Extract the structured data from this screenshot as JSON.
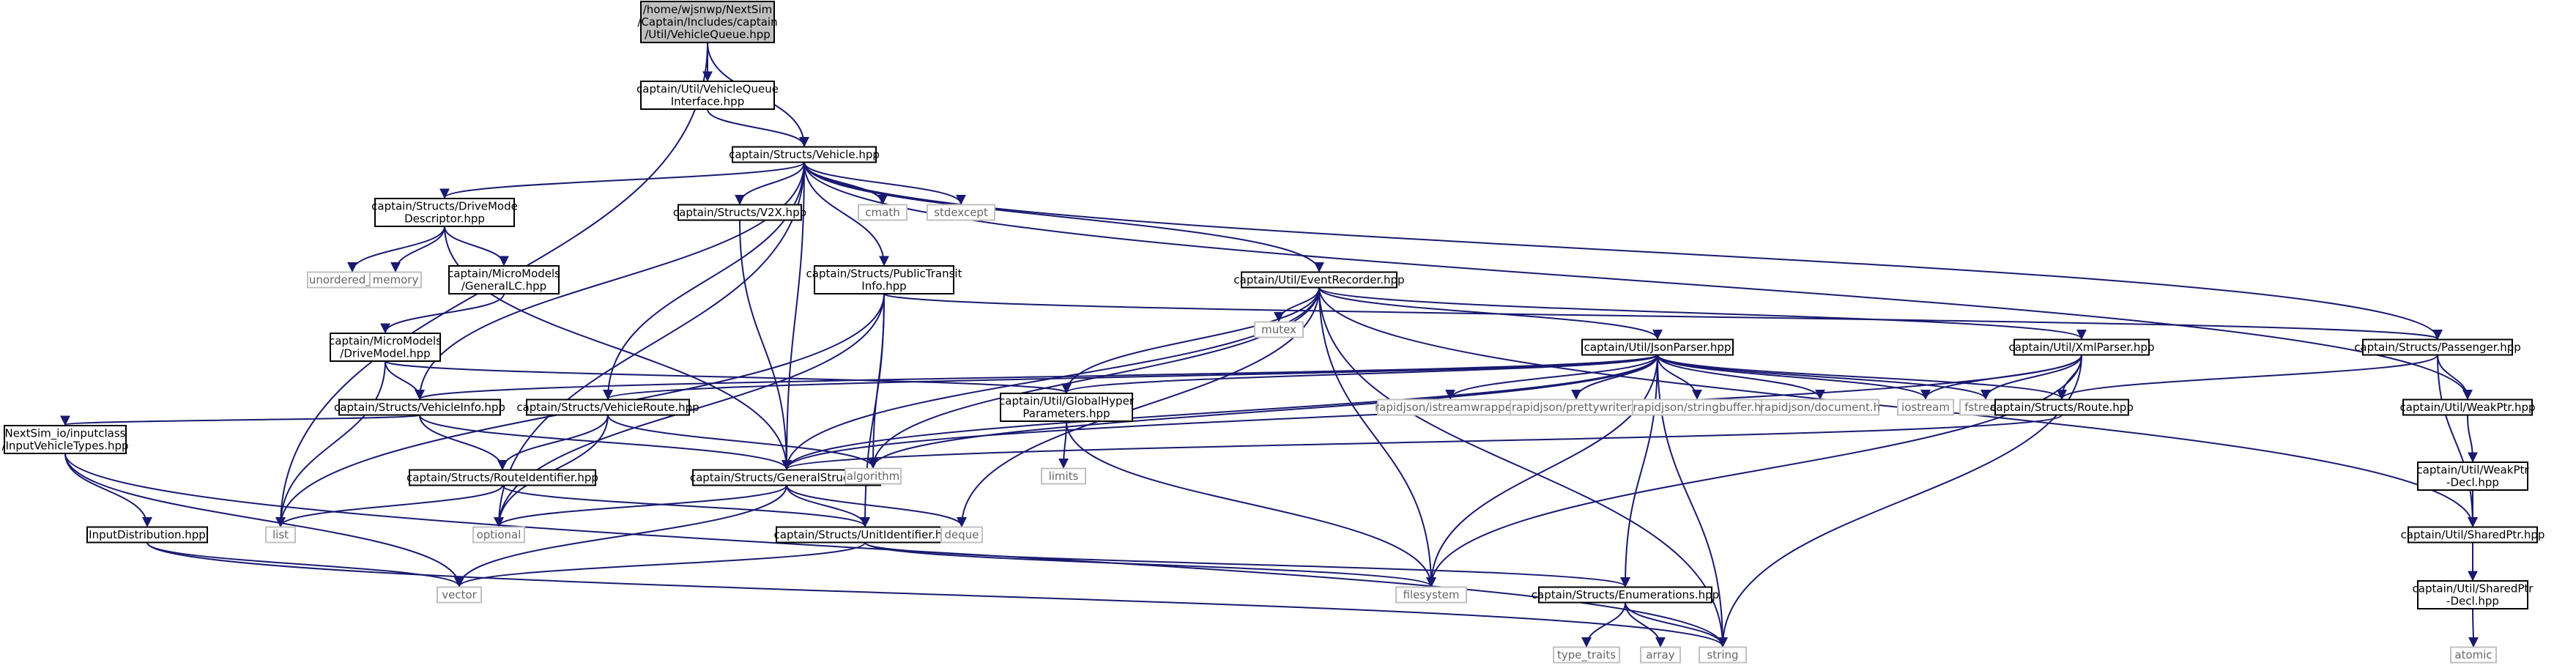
{
  "colors": {
    "edge": "#191970",
    "external_border": "#c0c0c0",
    "root_fill": "#bfbfbf",
    "node_border": "#000000"
  },
  "nodes": [
    {
      "id": "root",
      "label": [
        "/home/wjsnwp/NextSim",
        "/Captain/Includes/captain",
        "/Util/VehicleQueue.hpp"
      ],
      "kind": "root"
    },
    {
      "id": "vqi",
      "label": [
        "captain/Util/VehicleQueue",
        "Interface.hpp"
      ],
      "kind": "normal"
    },
    {
      "id": "vehicle",
      "label": [
        "captain/Structs/Vehicle.hpp"
      ],
      "kind": "normal"
    },
    {
      "id": "dmd",
      "label": [
        "captain/Structs/DriveMode",
        "Descriptor.hpp"
      ],
      "kind": "normal"
    },
    {
      "id": "v2x",
      "label": [
        "captain/Structs/V2X.hpp"
      ],
      "kind": "normal"
    },
    {
      "id": "cmath",
      "label": [
        "cmath"
      ],
      "kind": "external"
    },
    {
      "id": "stdexcept",
      "label": [
        "stdexcept"
      ],
      "kind": "external"
    },
    {
      "id": "unordered_map",
      "label": [
        "unordered_map"
      ],
      "kind": "external"
    },
    {
      "id": "memory",
      "label": [
        "memory"
      ],
      "kind": "external"
    },
    {
      "id": "generallc",
      "label": [
        "captain/MicroModels",
        "/GeneralLC.hpp"
      ],
      "kind": "normal"
    },
    {
      "id": "pti",
      "label": [
        "captain/Structs/PublicTransit",
        "Info.hpp"
      ],
      "kind": "normal"
    },
    {
      "id": "evrec",
      "label": [
        "captain/Util/EventRecorder.hpp"
      ],
      "kind": "normal"
    },
    {
      "id": "mutex",
      "label": [
        "mutex"
      ],
      "kind": "external"
    },
    {
      "id": "drivemodel",
      "label": [
        "captain/MicroModels",
        "/DriveModel.hpp"
      ],
      "kind": "normal"
    },
    {
      "id": "jsonparser",
      "label": [
        "captain/Util/JsonParser.hpp"
      ],
      "kind": "normal"
    },
    {
      "id": "xmlparser",
      "label": [
        "captain/Util/XmlParser.hpp"
      ],
      "kind": "normal"
    },
    {
      "id": "passenger",
      "label": [
        "captain/Structs/Passenger.hpp"
      ],
      "kind": "normal"
    },
    {
      "id": "vinfo",
      "label": [
        "captain/Structs/VehicleInfo.hpp"
      ],
      "kind": "normal"
    },
    {
      "id": "vroute",
      "label": [
        "captain/Structs/VehicleRoute.hpp"
      ],
      "kind": "normal"
    },
    {
      "id": "ghp",
      "label": [
        "captain/Util/GlobalHyper",
        "Parameters.hpp"
      ],
      "kind": "normal"
    },
    {
      "id": "rj_isw",
      "label": [
        "rapidjson/istreamwrapper.h"
      ],
      "kind": "external"
    },
    {
      "id": "rj_pw",
      "label": [
        "rapidjson/prettywriter.h"
      ],
      "kind": "external"
    },
    {
      "id": "rj_sb",
      "label": [
        "rapidjson/stringbuffer.h"
      ],
      "kind": "external"
    },
    {
      "id": "rj_doc",
      "label": [
        "rapidjson/document.h"
      ],
      "kind": "external"
    },
    {
      "id": "iostream",
      "label": [
        "iostream"
      ],
      "kind": "external"
    },
    {
      "id": "fstream",
      "label": [
        "fstream"
      ],
      "kind": "external"
    },
    {
      "id": "route",
      "label": [
        "captain/Structs/Route.hpp"
      ],
      "kind": "normal"
    },
    {
      "id": "weakptr",
      "label": [
        "captain/Util/WeakPtr.hpp"
      ],
      "kind": "normal"
    },
    {
      "id": "ivt",
      "label": [
        "NextSim_io/inputclass",
        "/InputVehicleTypes.hpp"
      ],
      "kind": "normal"
    },
    {
      "id": "routeid",
      "label": [
        "captain/Structs/RouteIdentifier.hpp"
      ],
      "kind": "normal"
    },
    {
      "id": "gstructs",
      "label": [
        "captain/Structs/GeneralStructs.hpp"
      ],
      "kind": "normal"
    },
    {
      "id": "algorithm",
      "label": [
        "algorithm"
      ],
      "kind": "external"
    },
    {
      "id": "limits",
      "label": [
        "limits"
      ],
      "kind": "external"
    },
    {
      "id": "weakptrdecl",
      "label": [
        "captain/Util/WeakPtr",
        "-Decl.hpp"
      ],
      "kind": "normal"
    },
    {
      "id": "inputdist",
      "label": [
        "InputDistribution.hpp"
      ],
      "kind": "normal"
    },
    {
      "id": "list",
      "label": [
        "list"
      ],
      "kind": "external"
    },
    {
      "id": "optional",
      "label": [
        "optional"
      ],
      "kind": "external"
    },
    {
      "id": "unitid",
      "label": [
        "captain/Structs/UnitIdentifier.hpp"
      ],
      "kind": "normal"
    },
    {
      "id": "deque",
      "label": [
        "deque"
      ],
      "kind": "external"
    },
    {
      "id": "sharedptr",
      "label": [
        "captain/Util/SharedPtr.hpp"
      ],
      "kind": "normal"
    },
    {
      "id": "vector",
      "label": [
        "vector"
      ],
      "kind": "external"
    },
    {
      "id": "filesystem",
      "label": [
        "filesystem"
      ],
      "kind": "external"
    },
    {
      "id": "enums",
      "label": [
        "captain/Structs/Enumerations.hpp"
      ],
      "kind": "normal"
    },
    {
      "id": "sharedptrdecl",
      "label": [
        "captain/Util/SharedPtr",
        "-Decl.hpp"
      ],
      "kind": "normal"
    },
    {
      "id": "type_traits",
      "label": [
        "type_traits"
      ],
      "kind": "external"
    },
    {
      "id": "array",
      "label": [
        "array"
      ],
      "kind": "external"
    },
    {
      "id": "string",
      "label": [
        "string"
      ],
      "kind": "external"
    },
    {
      "id": "atomic",
      "label": [
        "atomic"
      ],
      "kind": "external"
    }
  ],
  "edges": [
    [
      "root",
      "vqi"
    ],
    [
      "root",
      "vehicle"
    ],
    [
      "root",
      "list"
    ],
    [
      "vqi",
      "vehicle"
    ],
    [
      "vehicle",
      "dmd"
    ],
    [
      "vehicle",
      "v2x"
    ],
    [
      "vehicle",
      "cmath"
    ],
    [
      "vehicle",
      "stdexcept"
    ],
    [
      "vehicle",
      "pti"
    ],
    [
      "vehicle",
      "evrec"
    ],
    [
      "vehicle",
      "passenger"
    ],
    [
      "vehicle",
      "weakptr"
    ],
    [
      "vehicle",
      "vinfo"
    ],
    [
      "vehicle",
      "vroute"
    ],
    [
      "vehicle",
      "gstructs"
    ],
    [
      "vehicle",
      "optional"
    ],
    [
      "dmd",
      "unordered_map"
    ],
    [
      "dmd",
      "memory"
    ],
    [
      "dmd",
      "generallc"
    ],
    [
      "dmd",
      "gstructs"
    ],
    [
      "generallc",
      "drivemodel"
    ],
    [
      "drivemodel",
      "vinfo"
    ],
    [
      "drivemodel",
      "ghp"
    ],
    [
      "drivemodel",
      "list"
    ],
    [
      "v2x",
      "gstructs"
    ],
    [
      "pti",
      "list"
    ],
    [
      "pti",
      "unitid"
    ],
    [
      "pti",
      "algorithm"
    ],
    [
      "pti",
      "optional"
    ],
    [
      "pti",
      "passenger"
    ],
    [
      "evrec",
      "mutex"
    ],
    [
      "evrec",
      "jsonparser"
    ],
    [
      "evrec",
      "xmlparser"
    ],
    [
      "evrec",
      "ghp"
    ],
    [
      "evrec",
      "gstructs"
    ],
    [
      "evrec",
      "algorithm"
    ],
    [
      "evrec",
      "deque"
    ],
    [
      "evrec",
      "filesystem"
    ],
    [
      "evrec",
      "string"
    ],
    [
      "evrec",
      "sharedptr"
    ],
    [
      "jsonparser",
      "vinfo"
    ],
    [
      "jsonparser",
      "vroute"
    ],
    [
      "jsonparser",
      "ghp"
    ],
    [
      "jsonparser",
      "rj_isw"
    ],
    [
      "jsonparser",
      "rj_pw"
    ],
    [
      "jsonparser",
      "rj_sb"
    ],
    [
      "jsonparser",
      "rj_doc"
    ],
    [
      "jsonparser",
      "iostream"
    ],
    [
      "jsonparser",
      "fstream"
    ],
    [
      "jsonparser",
      "route"
    ],
    [
      "jsonparser",
      "enums"
    ],
    [
      "jsonparser",
      "filesystem"
    ],
    [
      "jsonparser",
      "string"
    ],
    [
      "jsonparser",
      "algorithm"
    ],
    [
      "jsonparser",
      "gstructs"
    ],
    [
      "xmlparser",
      "iostream"
    ],
    [
      "xmlparser",
      "fstream"
    ],
    [
      "xmlparser",
      "route"
    ],
    [
      "xmlparser",
      "filesystem"
    ],
    [
      "xmlparser",
      "string"
    ],
    [
      "xmlparser",
      "gstructs"
    ],
    [
      "passenger",
      "route"
    ],
    [
      "passenger",
      "weakptr"
    ],
    [
      "passenger",
      "sharedptr"
    ],
    [
      "route",
      "gstructs"
    ],
    [
      "weakptr",
      "weakptrdecl"
    ],
    [
      "weakptrdecl",
      "sharedptr"
    ],
    [
      "sharedptr",
      "sharedptrdecl"
    ],
    [
      "sharedptrdecl",
      "atomic"
    ],
    [
      "vinfo",
      "ivt"
    ],
    [
      "vinfo",
      "routeid"
    ],
    [
      "vinfo",
      "gstructs"
    ],
    [
      "vroute",
      "routeid"
    ],
    [
      "vroute",
      "optional"
    ],
    [
      "vroute",
      "algorithm"
    ],
    [
      "ghp",
      "limits"
    ],
    [
      "ghp",
      "filesystem"
    ],
    [
      "ivt",
      "inputdist"
    ],
    [
      "ivt",
      "vector"
    ],
    [
      "ivt",
      "string"
    ],
    [
      "inputdist",
      "vector"
    ],
    [
      "inputdist",
      "string"
    ],
    [
      "routeid",
      "list"
    ],
    [
      "routeid",
      "unitid"
    ],
    [
      "gstructs",
      "optional"
    ],
    [
      "gstructs",
      "unitid"
    ],
    [
      "gstructs",
      "deque"
    ],
    [
      "gstructs",
      "vector"
    ],
    [
      "unitid",
      "vector"
    ],
    [
      "unitid",
      "filesystem"
    ],
    [
      "unitid",
      "enums"
    ],
    [
      "enums",
      "type_traits"
    ],
    [
      "enums",
      "array"
    ],
    [
      "enums",
      "string"
    ]
  ]
}
